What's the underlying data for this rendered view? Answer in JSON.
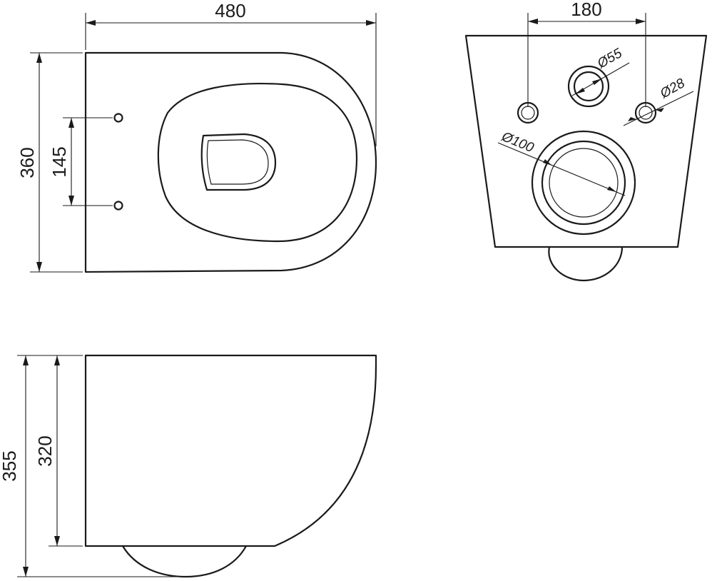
{
  "drawing": {
    "top_view": {
      "width_label": "480",
      "depth_label": "360",
      "bolt_spacing_label": "145"
    },
    "rear_view": {
      "inlet_spacing_label": "180",
      "flush_inlet_label": "Ø55",
      "bolt_hole_label": "Ø28",
      "outlet_label": "Ø100"
    },
    "side_view": {
      "total_height_label": "355",
      "body_height_label": "320"
    }
  }
}
